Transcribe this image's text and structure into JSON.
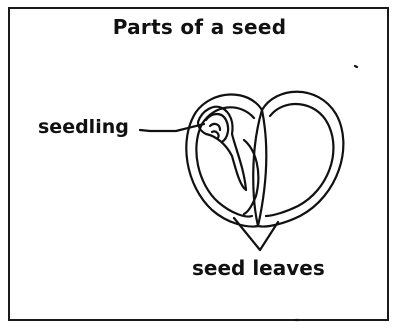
{
  "diagram": {
    "title": "Parts of a seed",
    "labels": {
      "seedling": "seedling",
      "seed_leaves": "seed leaves"
    }
  }
}
